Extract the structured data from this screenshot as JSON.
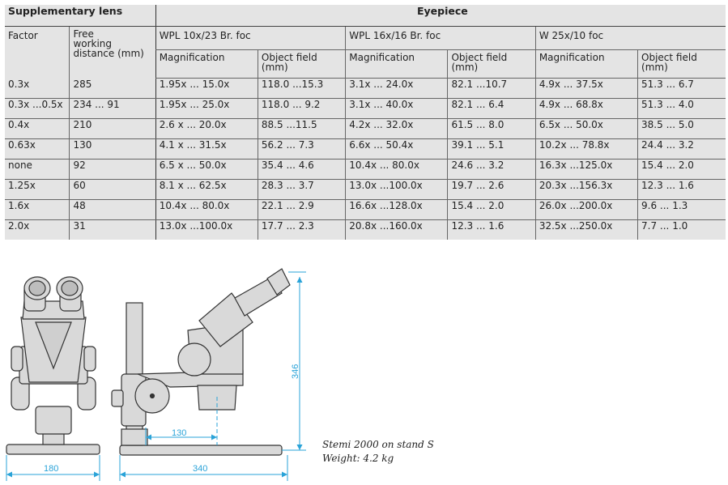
{
  "table": {
    "supp_header": "Supplementary lens",
    "eye_header": "Eyepiece",
    "factor_label": "Factor",
    "free_wd_label": [
      "Free",
      "working",
      "distance (mm)"
    ],
    "eyepieces": [
      "WPL 10x/23 Br. foc",
      "WPL 16x/16 Br. foc",
      "W 25x/10 foc"
    ],
    "mag_label": "Magnification",
    "obj_label": [
      "Object field",
      "(mm)"
    ],
    "rows": [
      [
        "0.3x",
        "285",
        "1.95x ... 15.0x",
        "118.0 ...15.3",
        "3.1x ... 24.0x",
        "82.1 ...10.7",
        "4.9x ... 37.5x",
        "51.3 ... 6.7"
      ],
      [
        "0.3x ...0.5x",
        "234 ... 91",
        "1.95x ... 25.0x",
        "118.0 ... 9.2",
        "3.1x ... 40.0x",
        "82.1 ... 6.4",
        "4.9x ... 68.8x",
        "51.3 ... 4.0"
      ],
      [
        "0.4x",
        "210",
        "2.6 x ... 20.0x",
        "88.5 ...11.5",
        "4.2x ... 32.0x",
        "61.5 ... 8.0",
        "6.5x ... 50.0x",
        "38.5 ... 5.0"
      ],
      [
        "0.63x",
        "130",
        "4.1 x ... 31.5x",
        "56.2 ... 7.3",
        "6.6x ... 50.4x",
        "39.1 ... 5.1",
        "10.2x ... 78.8x",
        "24.4 ... 3.2"
      ],
      [
        "none",
        "92",
        "6.5 x ... 50.0x",
        "35.4 ... 4.6",
        "10.4x ... 80.0x",
        "24.6 ... 3.2",
        "16.3x ...125.0x",
        "15.4 ... 2.0"
      ],
      [
        "1.25x",
        "60",
        "8.1 x ... 62.5x",
        "28.3 ... 3.7",
        "13.0x ...100.0x",
        "19.7 ... 2.6",
        "20.3x ...156.3x",
        "12.3 ... 1.6"
      ],
      [
        "1.6x",
        "48",
        "10.4x ... 80.0x",
        "22.1 ... 2.9",
        "16.6x ...128.0x",
        "15.4 ... 2.0",
        "26.0x ...200.0x",
        "9.6 ... 1.3"
      ],
      [
        "2.0x",
        "31",
        "13.0x ...100.0x",
        "17.7 ... 2.3",
        "20.8x ...160.0x",
        "12.3 ... 1.6",
        "32.5x ...250.0x",
        "7.7 ... 1.0"
      ]
    ]
  },
  "drawing": {
    "dim_width_front": "180",
    "dim_width_side": "340",
    "dim_reach": "130",
    "dim_height": "346"
  },
  "caption": {
    "line1": "Stemi 2000 on stand S",
    "line2": "Weight: 4.2 kg"
  },
  "colors": {
    "table_bg": "#e4e4e4",
    "dimension": "#2aa3d8",
    "line": "#333333"
  }
}
